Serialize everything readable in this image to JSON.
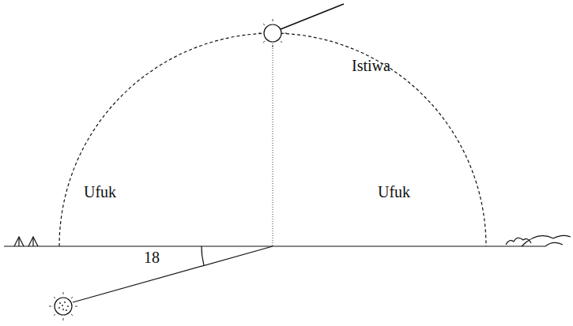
{
  "diagram": {
    "labels": [
      "Istiwa",
      "Ufuk",
      "Ufuk",
      "18"
    ]
  }
}
